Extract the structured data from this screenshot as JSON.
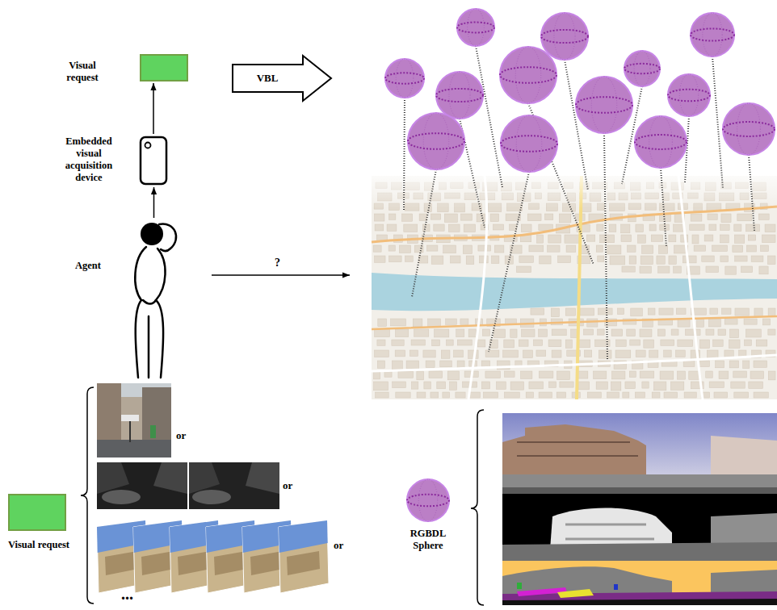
{
  "diagram": {
    "nodes": [
      {
        "text": [
          "Visual request"
        ]
      },
      {
        "text": [
          "Embedded visual acquisition device"
        ]
      },
      {
        "text": [
          "Agent"
        ]
      },
      {
        "text": [
          "VBL"
        ]
      },
      {
        "text": [
          "Visual request"
        ]
      },
      {
        "text": [
          "RGBDL Sphere"
        ]
      }
    ],
    "edges": [
      {
        "from": 1,
        "to": 0,
        "arrow": "to"
      },
      {
        "from": 2,
        "to": 1,
        "arrow": "to"
      }
    ],
    "labels": [
      "?",
      "or",
      "or",
      "or",
      "..."
    ]
  }
}
